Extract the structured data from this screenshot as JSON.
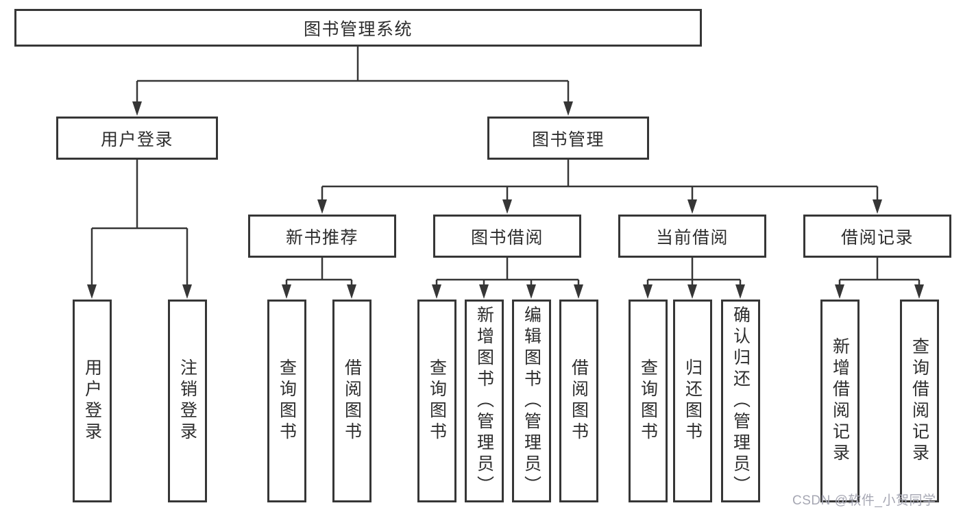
{
  "diagram": {
    "root": {
      "label": "图书管理系统"
    },
    "level2": [
      {
        "label": "用户登录",
        "parent": "图书管理系统"
      },
      {
        "label": "图书管理",
        "parent": "图书管理系统"
      }
    ],
    "level3": [
      {
        "label": "新书推荐",
        "parent": "图书管理"
      },
      {
        "label": "图书借阅",
        "parent": "图书管理"
      },
      {
        "label": "当前借阅",
        "parent": "图书管理"
      },
      {
        "label": "借阅记录",
        "parent": "图书管理"
      }
    ],
    "leaves": [
      {
        "label": "用户登录",
        "parent": "用户登录"
      },
      {
        "label": "注销登录",
        "parent": "用户登录"
      },
      {
        "label": "查询图书",
        "parent": "新书推荐"
      },
      {
        "label": "借阅图书",
        "parent": "新书推荐"
      },
      {
        "label": "查询图书",
        "parent": "图书借阅"
      },
      {
        "label": "新增图书（管理员）",
        "parent": "图书借阅"
      },
      {
        "label": "编辑图书（管理员）",
        "parent": "图书借阅"
      },
      {
        "label": "借阅图书",
        "parent": "图书借阅"
      },
      {
        "label": "查询图书",
        "parent": "当前借阅"
      },
      {
        "label": "归还图书",
        "parent": "当前借阅"
      },
      {
        "label": "确认归还（管理员）",
        "parent": "当前借阅"
      },
      {
        "label": "新增借阅记录",
        "parent": "借阅记录"
      },
      {
        "label": "查询借阅记录",
        "parent": "借阅记录"
      }
    ],
    "watermark": "CSDN @软件_小贺同学",
    "colors": {
      "line": "#363636",
      "box_border": "#363636",
      "text": "#2d2d2d",
      "background": "#ffffff",
      "watermark": "#a6a7b3"
    }
  }
}
